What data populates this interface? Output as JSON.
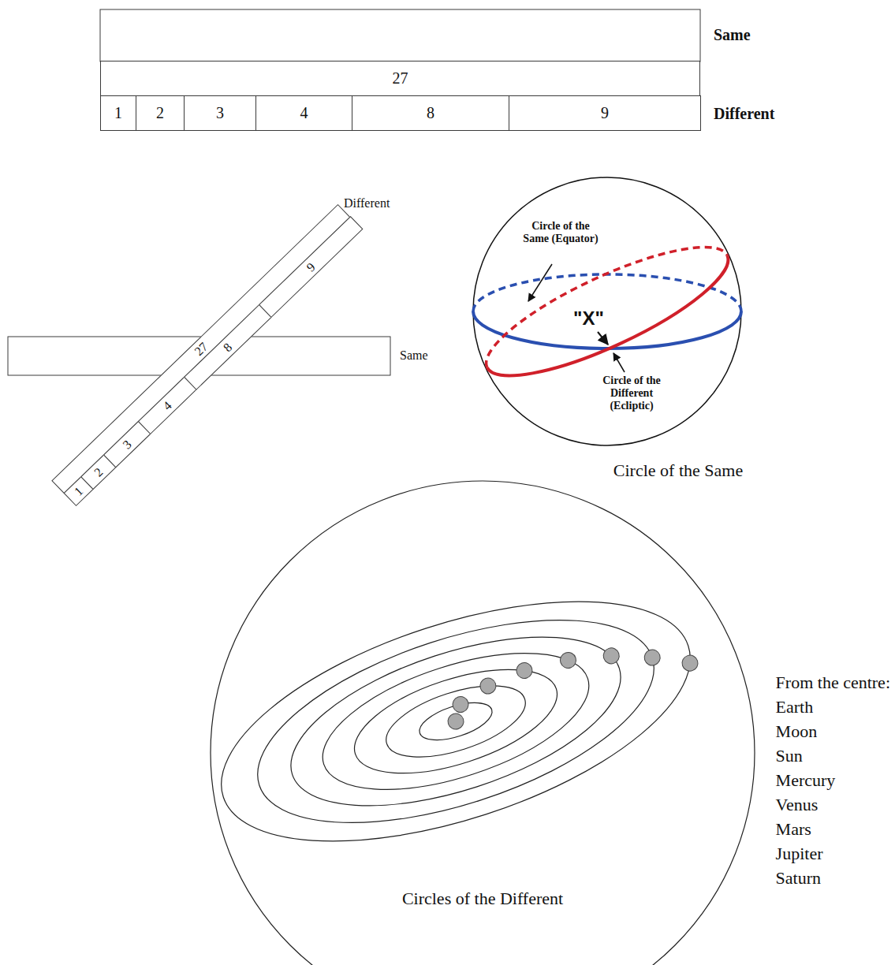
{
  "diagram": {
    "nodes": [
      {
        "text": [
          "27"
        ]
      },
      {
        "text": [
          "1"
        ]
      },
      {
        "text": [
          "2"
        ]
      },
      {
        "text": [
          "3"
        ]
      },
      {
        "text": [
          "4"
        ]
      },
      {
        "text": [
          "8"
        ]
      },
      {
        "text": [
          "9"
        ]
      },
      {
        "text": [
          "27"
        ]
      },
      {
        "text": [
          "1"
        ]
      },
      {
        "text": [
          "2"
        ]
      },
      {
        "text": [
          "3"
        ]
      },
      {
        "text": [
          "4"
        ]
      },
      {
        "text": [
          "8"
        ]
      },
      {
        "text": [
          "9"
        ]
      }
    ],
    "labels": [
      "Same",
      "Different",
      "Different",
      "Same",
      "Circle of the Same (Equator)",
      "\"X\"",
      "Circle of the Different (Ecliptic)",
      "Circle of the Same",
      "Circles of the Different",
      "From the centre:",
      "Earth",
      "Moon",
      "Sun",
      "Mercury",
      "Venus",
      "Mars",
      "Jupiter",
      "Saturn"
    ]
  }
}
